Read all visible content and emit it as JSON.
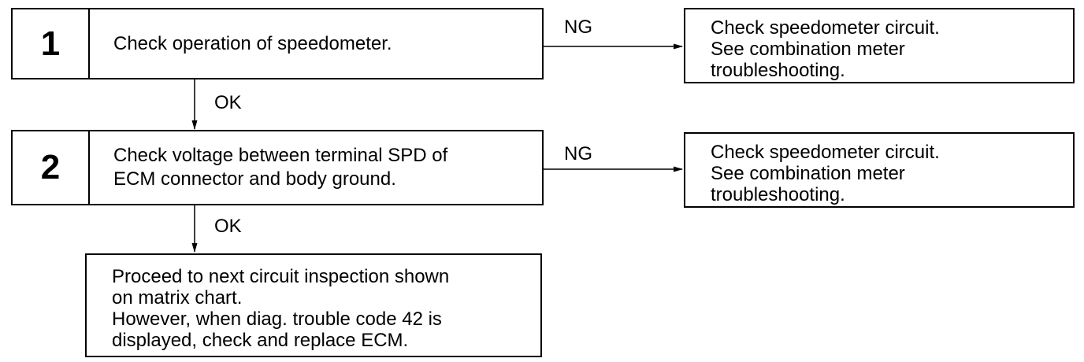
{
  "steps": [
    {
      "number": "1",
      "text": [
        "Check operation of speedometer."
      ],
      "ng_label": "NG",
      "ok_label": "OK",
      "ng_result": [
        "Check speedometer circuit.",
        "See combination meter",
        "troubleshooting."
      ]
    },
    {
      "number": "2",
      "text": [
        "Check voltage between terminal SPD of",
        "ECM connector and body ground."
      ],
      "ng_label": "NG",
      "ok_label": "OK",
      "ng_result": [
        "Check speedometer circuit.",
        "See combination meter",
        "troubleshooting."
      ]
    }
  ],
  "final": [
    "Proceed to next circuit inspection shown",
    "on matrix chart.",
    "However, when diag. trouble code 42 is",
    "displayed, check and replace ECM."
  ]
}
